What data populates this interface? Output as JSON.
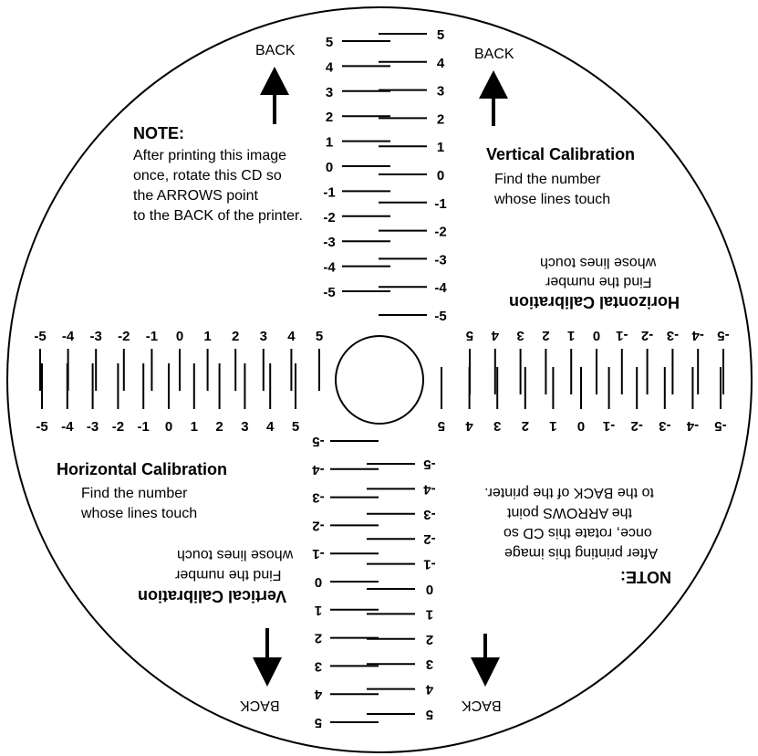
{
  "note": {
    "heading": "NOTE:",
    "lines": [
      "After printing this image",
      "once, rotate this CD so",
      "the ARROWS point",
      "to the BACK of the printer."
    ]
  },
  "back_label": "BACK",
  "vertical": {
    "title": "Vertical Calibration",
    "find": "Find the number",
    "whose": "whose lines touch"
  },
  "horizontal": {
    "title": "Horizontal Calibration",
    "find": "Find the number",
    "whose": "whose lines touch"
  },
  "scale_values": [
    "5",
    "4",
    "3",
    "2",
    "1",
    "0",
    "-1",
    "-2",
    "-3",
    "-4",
    "-5"
  ],
  "scale_values_horizontal": [
    "-5",
    "-4",
    "-3",
    "-2",
    "-1",
    "0",
    "1",
    "2",
    "3",
    "4",
    "5"
  ]
}
